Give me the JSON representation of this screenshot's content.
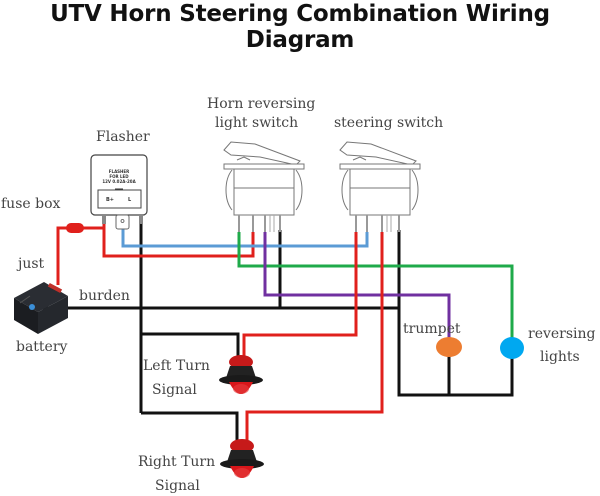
{
  "title": "UTV Horn Steering Combination Wiring Diagram",
  "labels": {
    "flasher": "Flasher",
    "horn_switch_line1": "Horn reversing",
    "horn_switch_line2": "light switch",
    "steering_switch": "steering switch",
    "fuse_box": "fuse box",
    "just": "just",
    "burden": "burden",
    "battery": "battery",
    "trumpet": "trumpet",
    "reversing_line1": "reversing",
    "reversing_line2": "lights",
    "left_signal_line1": "Left Turn",
    "left_signal_line2": "Signal",
    "right_signal_line1": "Right Turn",
    "right_signal_line2": "Signal"
  },
  "flasher_unit": {
    "line1": "FLASHER",
    "line2": "FOR LED",
    "line3": "12V 0.02A-20A",
    "terminal_left": "B+",
    "terminal_right": "L"
  },
  "wire_colors": {
    "red": "#e0201c",
    "blue": "#5b9bd5",
    "green": "#1faa4a",
    "purple": "#7030a0",
    "black": "#111111"
  },
  "component_colors": {
    "trumpet": "#ed7d31",
    "reversing_lights": "#00a8f0",
    "signal_lens": "#d8161a"
  }
}
